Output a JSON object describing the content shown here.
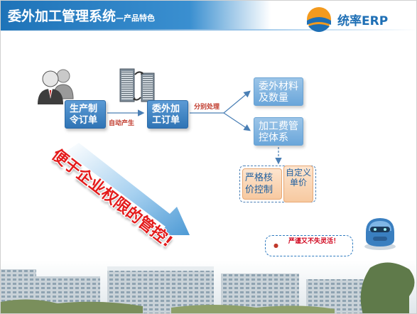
{
  "header": {
    "title": "委外加工管理系统",
    "subtitle": "—产品特色"
  },
  "logo": {
    "brand": "统率",
    "erp": "ERP",
    "icon": "sun-logo-icon"
  },
  "flow": {
    "production_order": "生产制令订单",
    "auto_generate": "自动产生",
    "outsource_order": "委外加工订单",
    "split_handle": "分别处理",
    "materials": "委外材料及数量",
    "fee_control": "加工费管控体系",
    "strict_control": "严格核价控制",
    "custom_price": "自定义单价"
  },
  "slogan": "便于企业权限的管控!",
  "bubble": {
    "text": "严谨又不失灵活！"
  },
  "colors": {
    "header_blue": "#1e73b8",
    "box_blue": "#2f74b5",
    "box_light": "#6aa6da",
    "slogan_red": "#e31b1b",
    "price_box": "#f7c9a0"
  }
}
